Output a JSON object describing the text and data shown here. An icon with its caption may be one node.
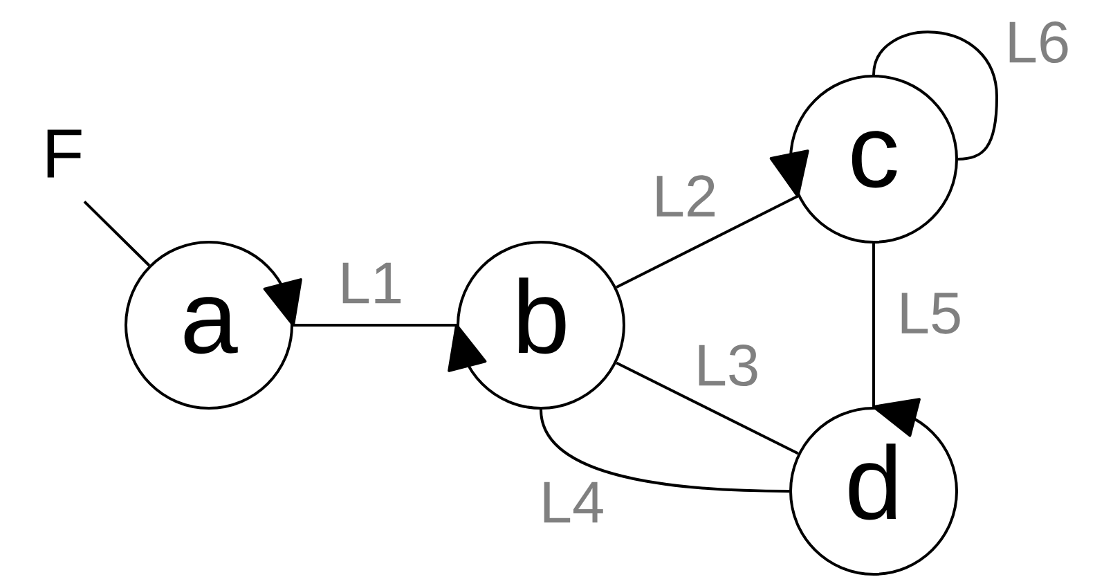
{
  "diagram": {
    "nodes": [
      {
        "text": [
          "F"
        ]
      },
      {
        "text": [
          "a"
        ]
      },
      {
        "text": [
          "b"
        ]
      },
      {
        "text": [
          "c"
        ]
      },
      {
        "text": [
          "d"
        ]
      }
    ],
    "edges": [
      {
        "from": 0,
        "to": 1,
        "arrow": "none"
      },
      {
        "from": 1,
        "to": 2,
        "arrow": "both",
        "label": "L1"
      },
      {
        "from": 2,
        "to": 3,
        "arrow": "to",
        "label": "L2"
      },
      {
        "from": 2,
        "to": 4,
        "arrow": "none",
        "label": "L3"
      },
      {
        "from": 2,
        "to": 4,
        "arrow": "none",
        "label": "L4"
      },
      {
        "from": 3,
        "to": 4,
        "arrow": "to",
        "label": "L5"
      },
      {
        "from": 3,
        "to": 3,
        "arrow": "none",
        "label": "L6"
      }
    ]
  }
}
